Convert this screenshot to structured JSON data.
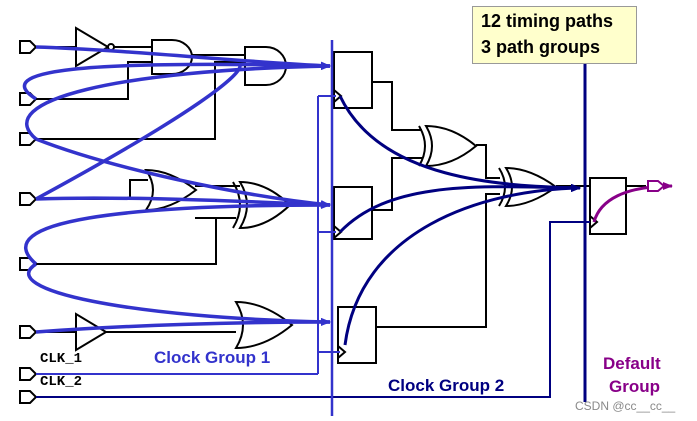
{
  "info_box": {
    "line1": "12 timing paths",
    "line2": "3 path groups"
  },
  "labels": {
    "clk1": "CLK_1",
    "clk2": "CLK_2",
    "clock_group_1": "Clock Group 1",
    "clock_group_2": "Clock Group 2",
    "default_group_line1": "Default",
    "default_group_line2": "Group"
  },
  "watermark": "CSDN @cc__cc__",
  "colors": {
    "wire": "#000000",
    "clock_group_1": "#3333cc",
    "clock_group_2": "#000080",
    "default_group": "#880088",
    "note_fill": "#ffffcc"
  }
}
